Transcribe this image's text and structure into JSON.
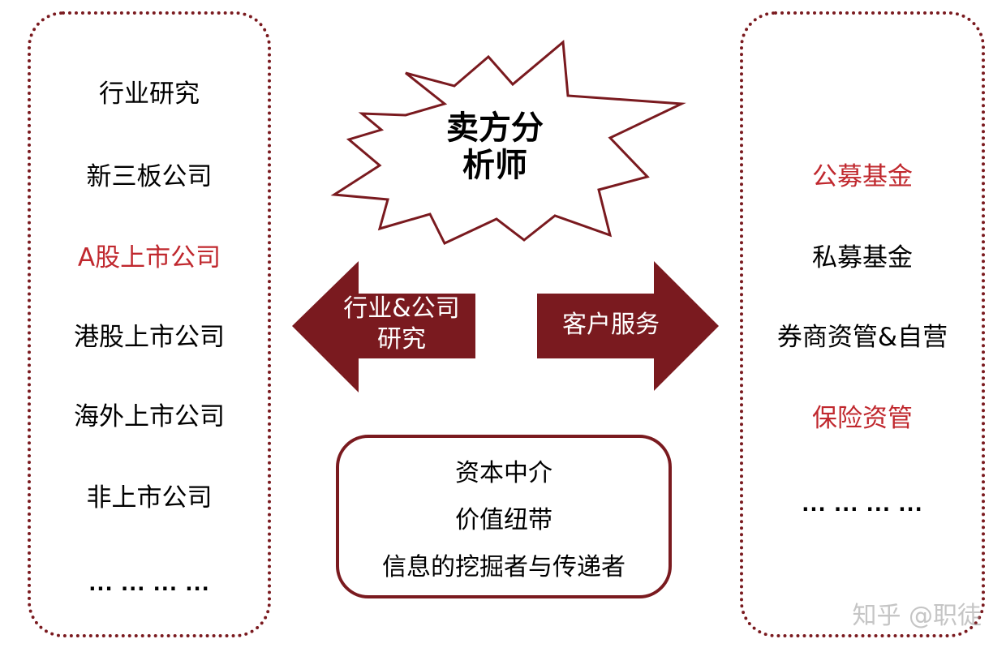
{
  "center": {
    "title_line1": "卖方分",
    "title_line2": "析师"
  },
  "left_arrow": {
    "line1": "行业&公司",
    "line2": "研究"
  },
  "right_arrow": {
    "label": "客户服务"
  },
  "left_panel": {
    "items": [
      {
        "label": "行业研究",
        "highlight": false
      },
      {
        "label": "新三板公司",
        "highlight": false
      },
      {
        "label": "A股上市公司",
        "highlight": true
      },
      {
        "label": "港股上市公司",
        "highlight": false
      },
      {
        "label": "海外上市公司",
        "highlight": false
      },
      {
        "label": "非上市公司",
        "highlight": false
      },
      {
        "label": "... ... ... ...",
        "highlight": false
      }
    ]
  },
  "right_panel": {
    "items": [
      {
        "label": "公募基金",
        "highlight": true
      },
      {
        "label": "私募基金",
        "highlight": false
      },
      {
        "label": "券商资管&自营",
        "highlight": false
      },
      {
        "label": "保险资管",
        "highlight": true
      },
      {
        "label": "... ... ... ...",
        "highlight": false
      }
    ]
  },
  "center_box": {
    "lines": [
      "资本中介",
      "价值纽带",
      "信息的挖掘者与传递者"
    ]
  },
  "watermark": "知乎 @职徒",
  "colors": {
    "dark_red": "#7a1a1f",
    "highlight_red": "#c0282e",
    "border_red": "#7a1a1f"
  }
}
